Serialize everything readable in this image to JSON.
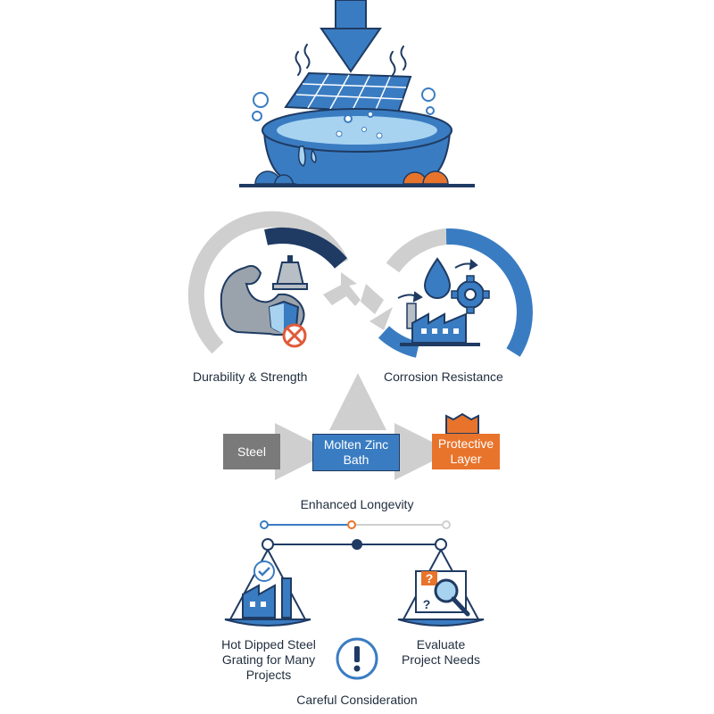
{
  "labels": {
    "durability": "Durability & Strength",
    "corrosion": "Corrosion Resistance",
    "enhanced": "Enhanced Longevity",
    "hot_dipped": "Hot Dipped Steel Grating for Many Projects",
    "evaluate": "Evaluate Project Needs",
    "careful": "Careful Consideration"
  },
  "process": {
    "steel": "Steel",
    "molten": "Molten Zinc Bath",
    "protective": "Protective Layer"
  },
  "colors": {
    "blue": "#3a7cc2",
    "navy": "#1f3b63",
    "orange": "#e8742c",
    "gray": "#cfcfcf",
    "steel_box": "#7a7a7a"
  },
  "icons": [
    "down-arrow-icon",
    "grating-icon",
    "zinc-bath-icon",
    "muscle-arm-icon",
    "shield-icon",
    "bell-icon",
    "no-icon",
    "water-drop-icon",
    "gear-icon",
    "factory-icon",
    "balance-scale-icon",
    "check-icon",
    "magnifier-icon",
    "question-icon",
    "exclamation-icon"
  ]
}
